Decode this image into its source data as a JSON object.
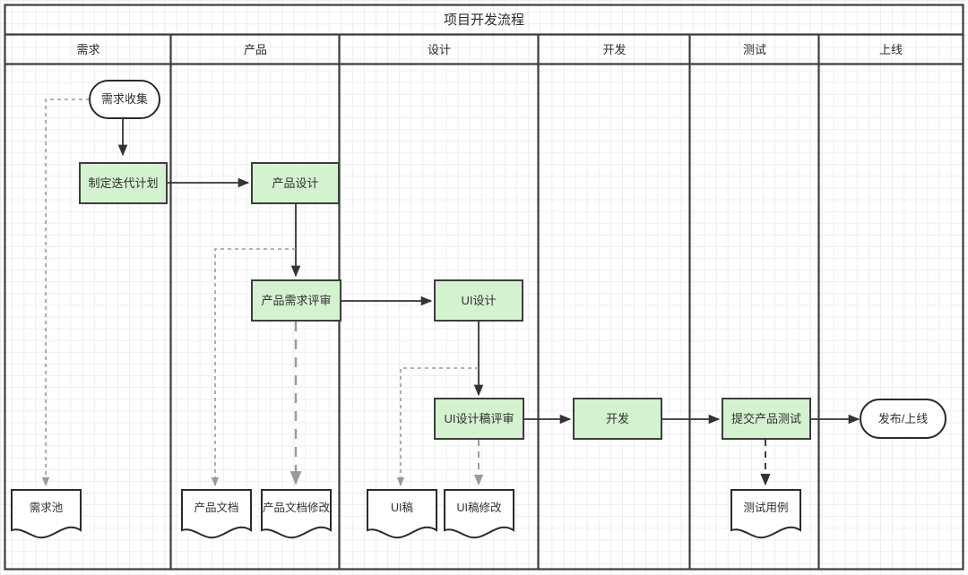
{
  "diagram": {
    "title": "项目开发流程",
    "type": "swimlane-flowchart",
    "colors": {
      "process_fill": "#d5f2d0",
      "process_stroke": "#3d3d3d",
      "terminator_fill": "#ffffff",
      "terminator_stroke": "#2b2b2b",
      "document_fill": "#ffffff",
      "document_stroke": "#2b2b2b",
      "solid_connector": "#333333",
      "dashed_connector": "#9a9a9a",
      "grid_line": "#ededed",
      "frame_stroke": "#3d3d3d",
      "background": "#ffffff"
    }
  },
  "lanes": [
    {
      "id": "lane-requirement",
      "label": "需求"
    },
    {
      "id": "lane-product",
      "label": "产品"
    },
    {
      "id": "lane-design",
      "label": "设计"
    },
    {
      "id": "lane-development",
      "label": "开发"
    },
    {
      "id": "lane-testing",
      "label": "测试"
    },
    {
      "id": "lane-release",
      "label": "上线"
    }
  ],
  "nodes": [
    {
      "id": "n-req-collect",
      "label": "需求收集",
      "shape": "terminator",
      "lane": "需求"
    },
    {
      "id": "n-iter-plan",
      "label": "制定迭代计划",
      "shape": "process",
      "lane": "需求"
    },
    {
      "id": "n-req-pool",
      "label": "需求池",
      "shape": "document",
      "lane": "需求"
    },
    {
      "id": "n-prod-design",
      "label": "产品设计",
      "shape": "process",
      "lane": "产品"
    },
    {
      "id": "n-prod-review",
      "label": "产品需求评审",
      "shape": "process",
      "lane": "产品"
    },
    {
      "id": "n-prod-doc",
      "label": "产品文档",
      "shape": "document",
      "lane": "产品"
    },
    {
      "id": "n-prod-doc-edit",
      "label": "产品文档修改",
      "shape": "document",
      "lane": "产品"
    },
    {
      "id": "n-ui-design",
      "label": "UI设计",
      "shape": "process",
      "lane": "设计"
    },
    {
      "id": "n-ui-review",
      "label": "UI设计稿评审",
      "shape": "process",
      "lane": "设计"
    },
    {
      "id": "n-ui-draft",
      "label": "UI稿",
      "shape": "document",
      "lane": "设计"
    },
    {
      "id": "n-ui-draft-edit",
      "label": "UI稿修改",
      "shape": "document",
      "lane": "设计"
    },
    {
      "id": "n-dev",
      "label": "开发",
      "shape": "process",
      "lane": "开发"
    },
    {
      "id": "n-submit-test",
      "label": "提交产品测试",
      "shape": "process",
      "lane": "测试"
    },
    {
      "id": "n-test-case",
      "label": "测试用例",
      "shape": "document",
      "lane": "测试"
    },
    {
      "id": "n-release",
      "label": "发布/上线",
      "shape": "terminator",
      "lane": "上线"
    }
  ],
  "edges": [
    {
      "from": "n-req-collect",
      "to": "n-iter-plan",
      "style": "solid"
    },
    {
      "from": "n-req-collect",
      "to": "n-req-pool",
      "style": "dotted"
    },
    {
      "from": "n-iter-plan",
      "to": "n-prod-design",
      "style": "solid"
    },
    {
      "from": "n-prod-design",
      "to": "n-prod-review",
      "style": "solid"
    },
    {
      "from": "n-prod-design",
      "to": "n-prod-doc",
      "style": "dotted"
    },
    {
      "from": "n-prod-review",
      "to": "n-prod-doc-edit",
      "style": "dashed"
    },
    {
      "from": "n-prod-review",
      "to": "n-ui-design",
      "style": "solid"
    },
    {
      "from": "n-ui-design",
      "to": "n-ui-review",
      "style": "solid"
    },
    {
      "from": "n-ui-design",
      "to": "n-ui-draft",
      "style": "dotted"
    },
    {
      "from": "n-ui-review",
      "to": "n-ui-draft-edit",
      "style": "dashed"
    },
    {
      "from": "n-ui-review",
      "to": "n-dev",
      "style": "solid"
    },
    {
      "from": "n-dev",
      "to": "n-submit-test",
      "style": "solid"
    },
    {
      "from": "n-submit-test",
      "to": "n-test-case",
      "style": "dashed"
    },
    {
      "from": "n-submit-test",
      "to": "n-release",
      "style": "solid"
    }
  ]
}
